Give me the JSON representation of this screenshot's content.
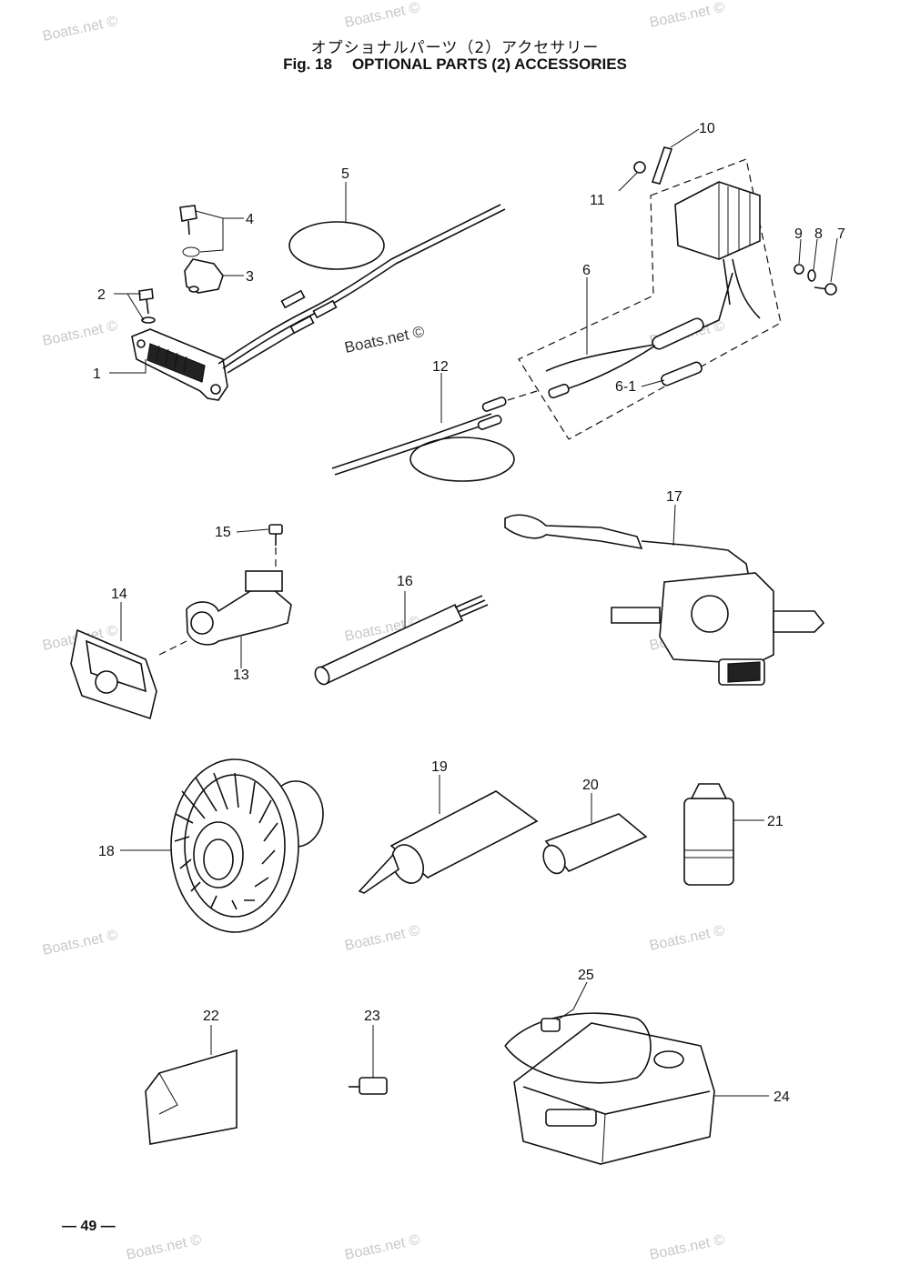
{
  "title": {
    "japanese": "オプショナルパーツ（2）アクセサリー",
    "fig_label": "Fig. 18",
    "english": "OPTIONAL PARTS (2) ACCESSORIES"
  },
  "page_number": "— 49 —",
  "watermark": "Boats.net ©",
  "center_watermark": "Boats.net ©",
  "callouts": {
    "c1": "1",
    "c2": "2",
    "c3": "3",
    "c4": "4",
    "c5": "5",
    "c6": "6",
    "c6_1": "6-1",
    "c7": "7",
    "c8": "8",
    "c9": "9",
    "c10": "10",
    "c11": "11",
    "c12": "12",
    "c13": "13",
    "c14": "14",
    "c15": "15",
    "c16": "16",
    "c17": "17",
    "c18": "18",
    "c19": "19",
    "c20": "20",
    "c21": "21",
    "c22": "22",
    "c23": "23",
    "c24": "24",
    "c25": "25"
  }
}
